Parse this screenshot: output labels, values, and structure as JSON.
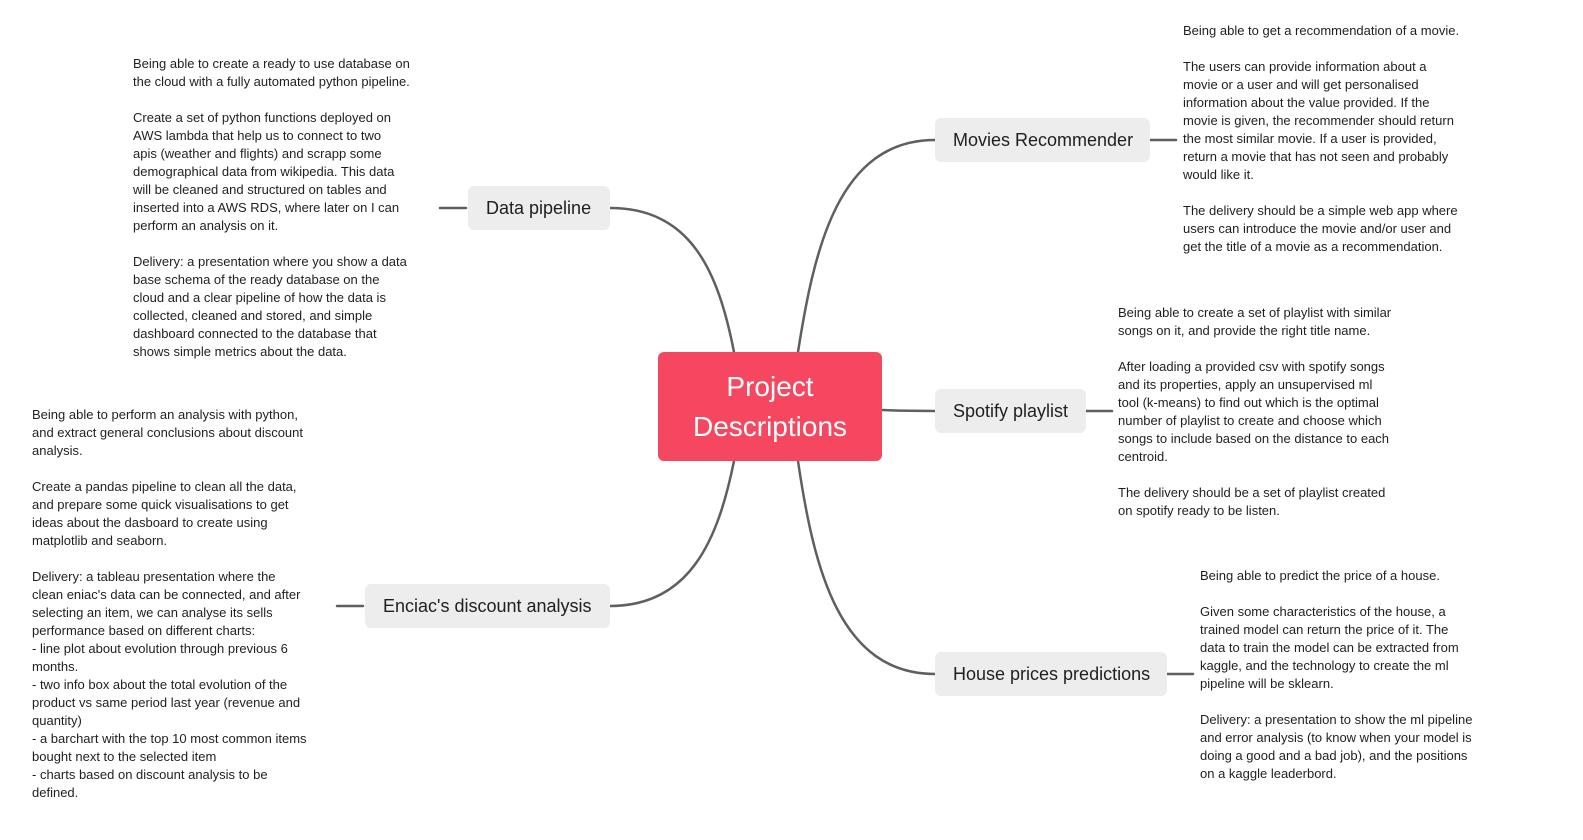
{
  "central": {
    "title_line1": "Project",
    "title_line2": "Descriptions"
  },
  "topics": {
    "movies": {
      "label": "Movies Recommender",
      "paragraphs": [
        "Being able to get a recommendation of a movie.",
        "The users can provide information about a\nmovie or a user and will get personalised\ninformation about the value provided. If the\nmovie is given, the recommender should return\nthe most similar movie. If a user is provided,\nreturn a movie that has not seen and probably\nwould like it.",
        "The delivery should be a simple web app where\nusers can introduce the movie and/or user and\nget the title of a movie as a recommendation."
      ]
    },
    "spotify": {
      "label": "Spotify playlist",
      "paragraphs": [
        "Being able to create a set of playlist with similar\nsongs on it, and provide the right title name.",
        "After loading a provided csv with spotify songs\nand its properties, apply an unsupervised ml\ntool (k-means) to find out which is the optimal\nnumber of playlist to create and choose which\nsongs to include based on the distance to each\ncentroid.",
        "The delivery should be a set of playlist created\non spotify ready to be listen."
      ]
    },
    "house": {
      "label": "House prices predictions",
      "paragraphs": [
        "Being able to predict the price of a house.",
        "Given some characteristics of the house, a\ntrained model can return the price of it. The\ndata to train the model can be extracted from\nkaggle, and the technology to create the ml\npipeline will be sklearn.",
        "Delivery: a presentation to show the ml pipeline\nand error analysis (to know when your model is\ndoing a good and a bad job), and the positions\non a kaggle leaderbord."
      ]
    },
    "pipeline": {
      "label": "Data pipeline",
      "paragraphs": [
        "Being able to create a ready to use database on\nthe cloud with a fully automated python pipeline.",
        "Create a set of python functions deployed on\nAWS lambda that help us to connect to two\napis (weather and flights) and scrapp some\ndemographical data from wikipedia. This data\nwill be cleaned and structured on tables and\ninserted into a AWS RDS, where later on I can\nperform an analysis on it.",
        "Delivery: a presentation where you show a data\nbase schema of the ready database on the\ncloud and a clear pipeline of how the data is\ncollected, cleaned and stored, and simple\ndashboard connected to the database that\nshows simple metrics about the data."
      ]
    },
    "enciac": {
      "label": "Enciac's discount analysis",
      "paragraphs": [
        "Being able to perform an analysis with python,\nand extract general conclusions about discount\nanalysis.",
        "Create a pandas pipeline to clean all the data,\nand prepare some quick visualisations to get\nideas about the dasboard to create using\nmatplotlib and seaborn.",
        "Delivery: a tableau presentation where the\nclean eniac's data can be connected, and after\nselecting an item, we can analyse its sells\nperformance based on different charts:\n- line plot about evolution through previous 6\nmonths.\n- two info box about the total evolution of the\nproduct vs same period last year (revenue and\nquantity)\n- a barchart with the top 10 most common items\nbought next to the selected item\n- charts based on discount analysis to be\ndefined."
      ]
    }
  },
  "colors": {
    "central_fill": "#f5475f",
    "topic_fill": "#ededed",
    "connector": "#5f5f5f"
  }
}
